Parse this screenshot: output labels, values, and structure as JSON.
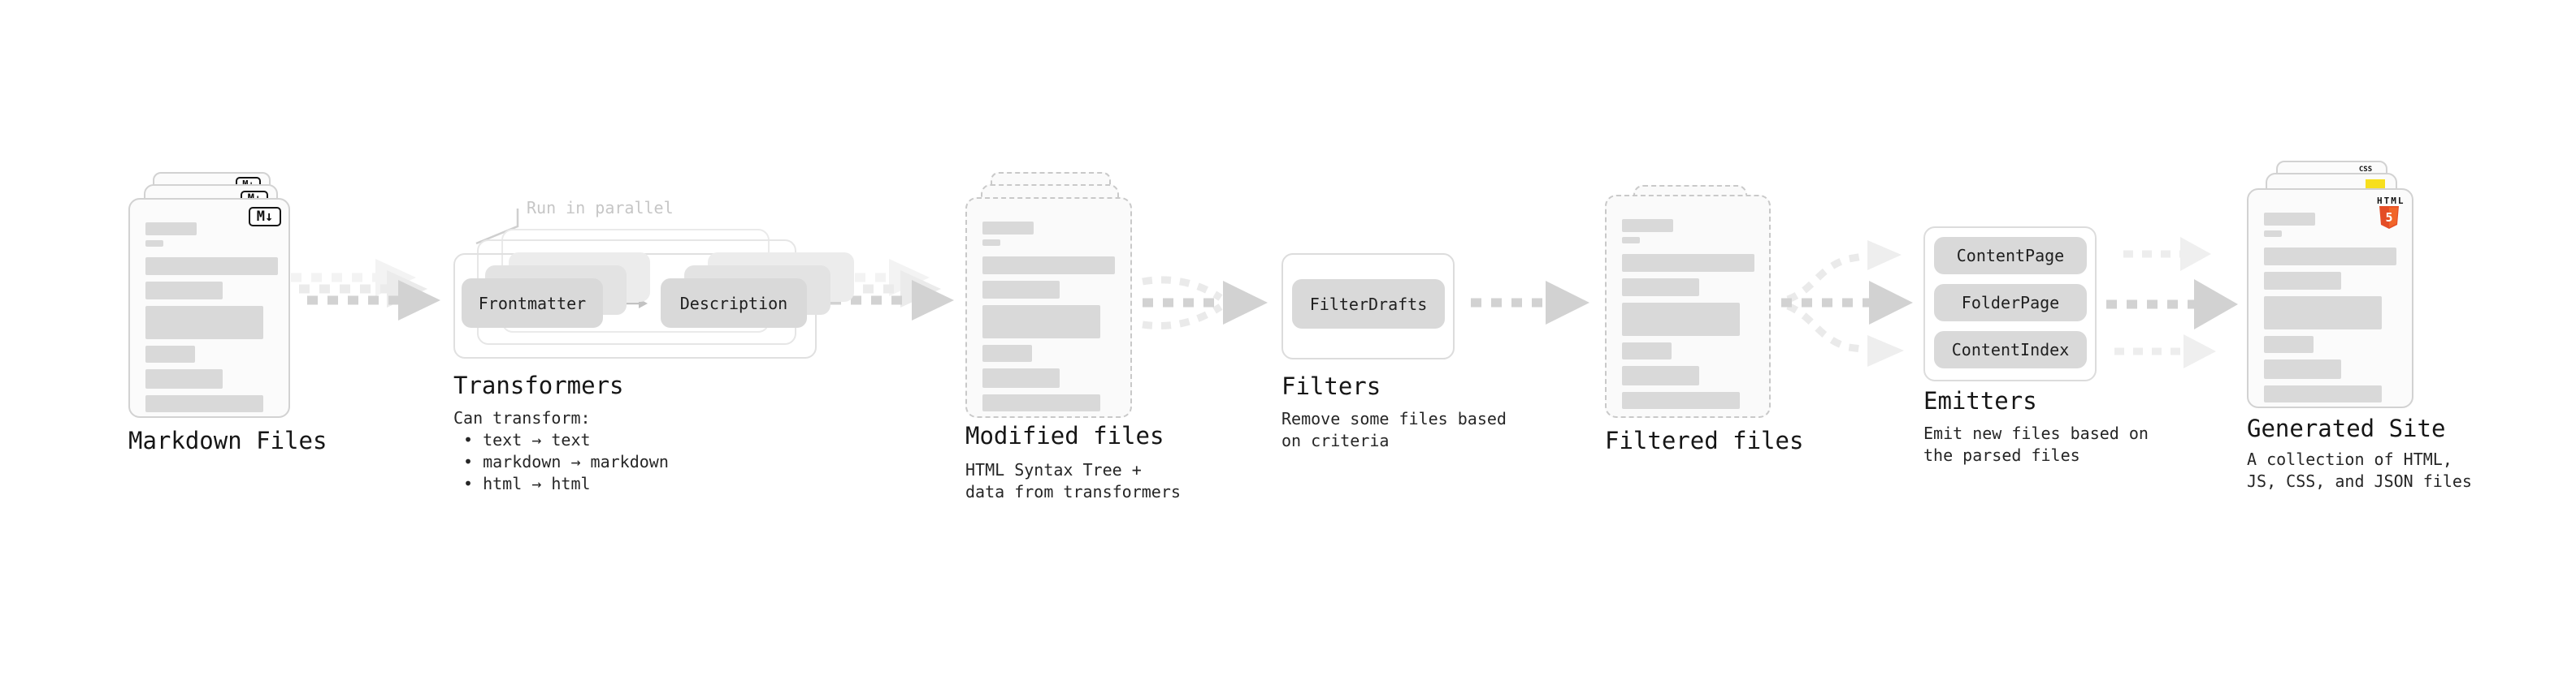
{
  "stages": {
    "markdown_files": {
      "label": "Markdown Files",
      "badge": "M↓"
    },
    "transformers": {
      "annotation": "Run in parallel",
      "pills": [
        "Frontmatter",
        "Description"
      ],
      "label": "Transformers",
      "desc_heading": "Can transform:",
      "bullets": [
        "• text → text",
        "• markdown → markdown",
        "• html → html"
      ]
    },
    "modified_files": {
      "label": "Modified files",
      "desc": [
        "HTML Syntax Tree +",
        "data from transformers"
      ]
    },
    "filters": {
      "pill": "FilterDrafts",
      "label": "Filters",
      "desc": [
        "Remove some files based",
        "on criteria"
      ]
    },
    "filtered_files": {
      "label": "Filtered files"
    },
    "emitters": {
      "pills": [
        "ContentPage",
        "FolderPage",
        "ContentIndex"
      ],
      "label": "Emitters",
      "desc": [
        "Emit new files based on",
        "the parsed files"
      ]
    },
    "generated_site": {
      "label": "Generated Site",
      "css_badge": "CSS",
      "html_badge": "HTML",
      "html5_number": "5",
      "desc": [
        "A collection of HTML,",
        "JS, CSS, and JSON files"
      ]
    }
  },
  "colors": {
    "pill_gray": "#d9d9d9",
    "bar_gray": "#d9d9d9",
    "arrow_gray": "#d2d2d2",
    "arrow_light": "#ebebeb",
    "arrow_lightest": "#f3f3f3",
    "annotation_gray": "#c6c6c6",
    "html5_orange": "#e44d26",
    "html5_orange_light": "#f16529",
    "js_yellow": "#f7df1e",
    "css_blue": "#2965f1"
  }
}
